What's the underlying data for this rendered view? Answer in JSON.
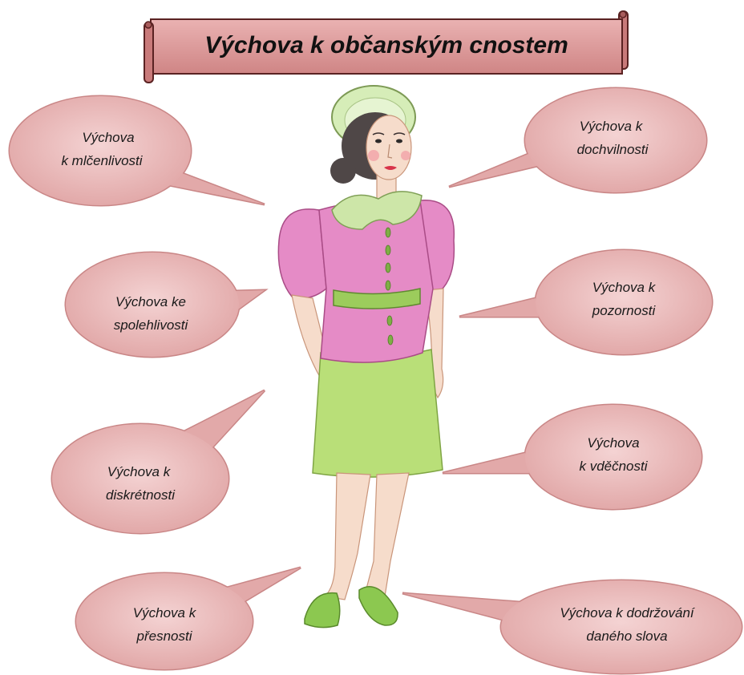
{
  "title": "Výchova k občanským cnostem",
  "bubbles": [
    {
      "lines": [
        "Výchova",
        "k mlčenlivosti"
      ]
    },
    {
      "lines": [
        "Výchova k",
        "dochvilnosti"
      ]
    },
    {
      "lines": [
        "Výchova ke",
        "spolehlivosti"
      ]
    },
    {
      "lines": [
        "Výchova k",
        "pozornosti"
      ]
    },
    {
      "lines": [
        "Výchova k",
        "diskrétnosti"
      ]
    },
    {
      "lines": [
        "Výchova",
        "k vděčnosti"
      ]
    },
    {
      "lines": [
        "Výchova k",
        "přesnosti"
      ]
    },
    {
      "lines": [
        "Výchova k dodržování",
        "daného slova"
      ]
    }
  ],
  "colors": {
    "bubble_fill": "#e2a9a9",
    "bubble_stroke": "#c98686",
    "banner_stroke": "#5a2222"
  }
}
